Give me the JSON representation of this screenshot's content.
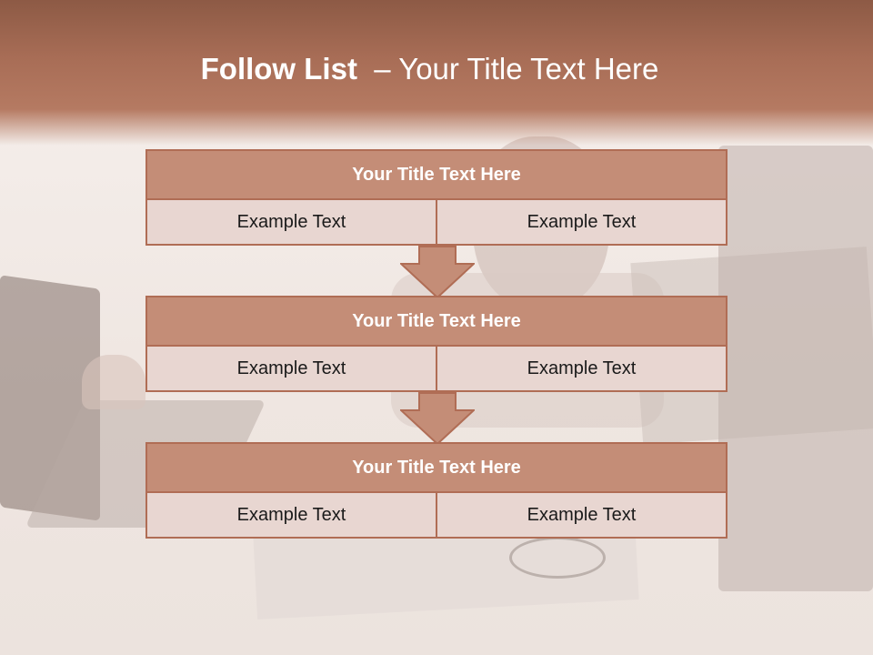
{
  "slide": {
    "title_bold": "Follow List",
    "title_rest": "  – Your Title Text Here"
  },
  "stages": [
    {
      "title": "Your Title Text Here",
      "left": "Example Text",
      "right": "Example Text"
    },
    {
      "title": "Your Title Text Here",
      "left": "Example Text",
      "right": "Example Text"
    },
    {
      "title": "Your Title Text Here",
      "left": "Example Text",
      "right": "Example Text"
    }
  ],
  "colors": {
    "header": "#a86d56",
    "stage_header": "#c48d77",
    "stage_cell": "#e8d6d1",
    "stage_border": "#b06d55",
    "arrow": "#c48d77"
  }
}
